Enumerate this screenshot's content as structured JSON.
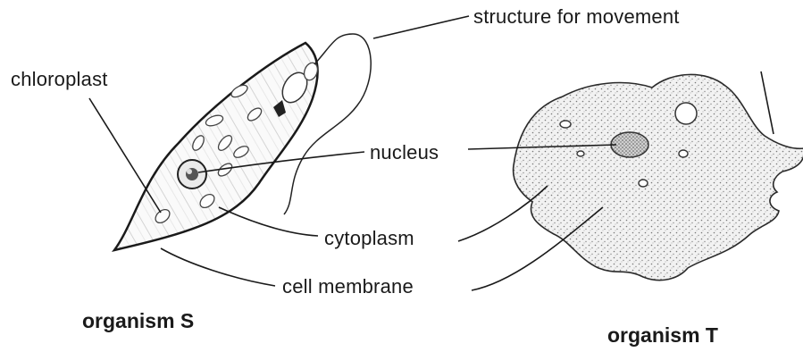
{
  "labels": {
    "structure_for_movement": "structure for movement",
    "chloroplast": "chloroplast",
    "nucleus": "nucleus",
    "cytoplasm": "cytoplasm",
    "cell_membrane": "cell membrane"
  },
  "captions": {
    "organism_s": "organism S",
    "organism_t": "organism T"
  }
}
